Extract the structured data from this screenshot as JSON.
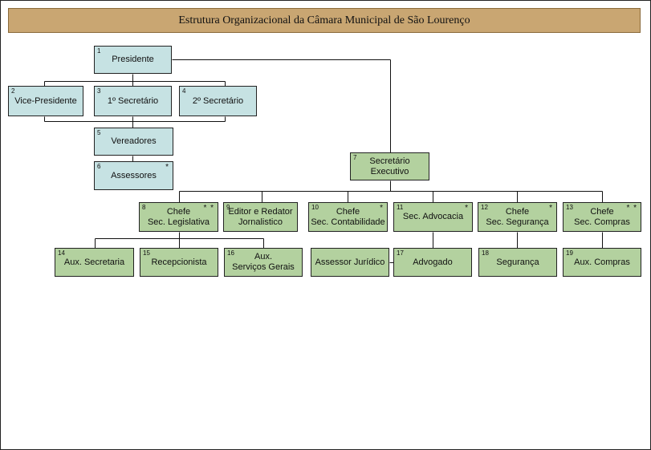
{
  "title": "Estrutura Organizacional da Câmara Municipal de São Lourenço",
  "colors": {
    "title_bg": "#c9a672",
    "blue_box": "#c6e2e3",
    "green_box": "#b3d19f",
    "line": "#111111"
  },
  "nodes": [
    {
      "id": "presidente",
      "num": "1",
      "lines": [
        "Presidente"
      ],
      "mark": "",
      "color": "blue"
    },
    {
      "id": "vice-presidente",
      "num": "2",
      "lines": [
        "Vice-Presidente"
      ],
      "mark": "",
      "color": "blue"
    },
    {
      "id": "primeiro-secretario",
      "num": "3",
      "lines": [
        "1º Secretário"
      ],
      "mark": "",
      "color": "blue"
    },
    {
      "id": "segundo-secretario",
      "num": "4",
      "lines": [
        "2º Secretário"
      ],
      "mark": "",
      "color": "blue"
    },
    {
      "id": "vereadores",
      "num": "5",
      "lines": [
        "Vereadores"
      ],
      "mark": "",
      "color": "blue"
    },
    {
      "id": "assessores",
      "num": "6",
      "lines": [
        "Assessores"
      ],
      "mark": "*",
      "color": "blue"
    },
    {
      "id": "secretario-executivo",
      "num": "7",
      "lines": [
        "Secretário",
        "Executivo"
      ],
      "mark": "",
      "color": "green"
    },
    {
      "id": "chefe-sec-legislativa",
      "num": "8",
      "lines": [
        "Chefe",
        "Sec. Legislativa"
      ],
      "mark": "* *",
      "color": "green"
    },
    {
      "id": "editor-redator",
      "num": "9",
      "lines": [
        "Editor e Redator",
        "Jornalistico"
      ],
      "mark": "",
      "color": "green"
    },
    {
      "id": "chefe-sec-contabilidade",
      "num": "10",
      "lines": [
        "Chefe",
        "Sec. Contabilidade"
      ],
      "mark": "*",
      "color": "green"
    },
    {
      "id": "sec-advocacia",
      "num": "11",
      "lines": [
        "Sec. Advocacia"
      ],
      "mark": "*",
      "color": "green"
    },
    {
      "id": "chefe-sec-seguranca",
      "num": "12",
      "lines": [
        "Chefe",
        "Sec. Segurança"
      ],
      "mark": "*",
      "color": "green"
    },
    {
      "id": "chefe-sec-compras",
      "num": "13",
      "lines": [
        "Chefe",
        "Sec. Compras"
      ],
      "mark": "* *",
      "color": "green"
    },
    {
      "id": "aux-secretaria",
      "num": "14",
      "lines": [
        "Aux. Secretaria"
      ],
      "mark": "",
      "color": "green"
    },
    {
      "id": "recepcionista",
      "num": "15",
      "lines": [
        "Recepcionista"
      ],
      "mark": "",
      "color": "green"
    },
    {
      "id": "aux-servicos-gerais",
      "num": "16",
      "lines": [
        "Aux.",
        "Serviços Gerais"
      ],
      "mark": "",
      "color": "green"
    },
    {
      "id": "assessor-juridico",
      "num": "",
      "lines": [
        "Assessor Jurídico"
      ],
      "mark": "",
      "color": "green"
    },
    {
      "id": "advogado",
      "num": "17",
      "lines": [
        "Advogado"
      ],
      "mark": "",
      "color": "green"
    },
    {
      "id": "seguranca",
      "num": "18",
      "lines": [
        "Segurança"
      ],
      "mark": "",
      "color": "green"
    },
    {
      "id": "aux-compras",
      "num": "19",
      "lines": [
        "Aux. Compras"
      ],
      "mark": "",
      "color": "green"
    }
  ]
}
